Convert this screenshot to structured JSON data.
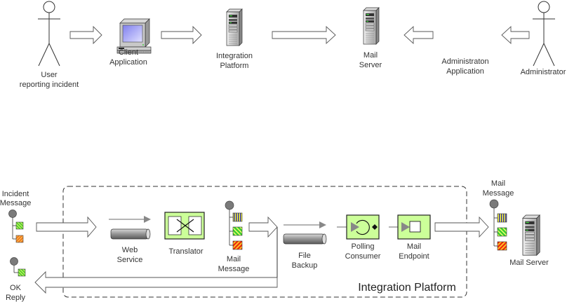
{
  "top_flow": {
    "user_actor": {
      "lines": [
        "User",
        "reporting incident"
      ]
    },
    "client_app": {
      "lines": [
        "Client",
        "Application"
      ]
    },
    "integration_platform": {
      "lines": [
        "Integration",
        "Platform"
      ]
    },
    "mail_server": {
      "lines": [
        "Mail",
        "Server"
      ]
    },
    "admin_app": {
      "lines": [
        "Administraton",
        "Application"
      ]
    },
    "admin_actor": {
      "lines": [
        "Administrator"
      ]
    }
  },
  "bottom_flow": {
    "incident_message": {
      "lines": [
        "Incident",
        "Message"
      ]
    },
    "ok_reply": {
      "lines": [
        "OK",
        "Reply"
      ]
    },
    "web_service": {
      "lines": [
        "Web",
        "Service"
      ]
    },
    "translator": {
      "lines": [
        "Translator"
      ]
    },
    "mail_message_inner": {
      "lines": [
        "Mail",
        "Message"
      ]
    },
    "file_backup": {
      "lines": [
        "File",
        "Backup"
      ]
    },
    "polling_consumer": {
      "lines": [
        "Polling",
        "Consumer"
      ]
    },
    "mail_endpoint": {
      "lines": [
        "Mail",
        "Endpoint"
      ]
    },
    "mail_message_outer": {
      "lines": [
        "Mail",
        "Message"
      ]
    },
    "mail_server": {
      "lines": [
        "Mail Server"
      ]
    },
    "boundary_label": "Integration Platform"
  },
  "colors": {
    "eip_green": "#ccff99",
    "message_head": "#808080",
    "arrow_gray": "#888888"
  }
}
